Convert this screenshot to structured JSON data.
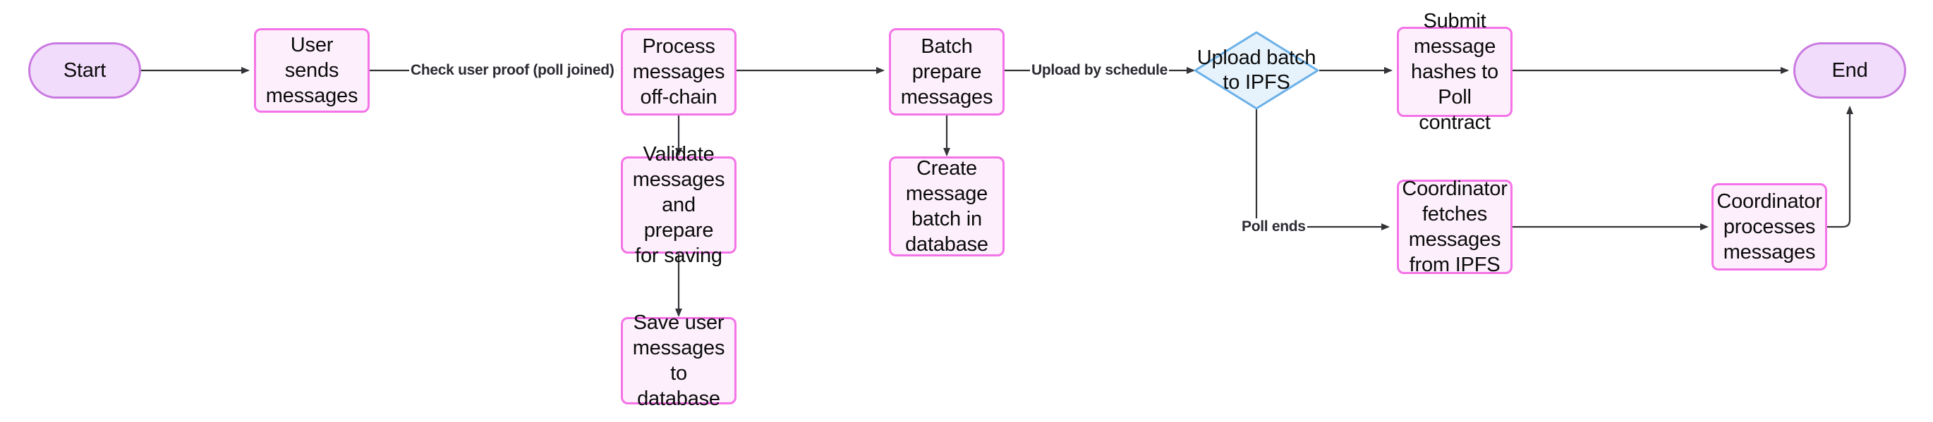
{
  "diagram": {
    "title": "Message processing flow",
    "background": "#ffffff",
    "colors": {
      "process_fill": "#fdf0fc",
      "process_stroke": "#f473e8",
      "terminal_fill": "#f2dcfb",
      "terminal_stroke": "#c97ae0",
      "decision_fill": "#e6f2fc",
      "decision_stroke": "#6ab0e8",
      "edge_stroke": "#333338",
      "text": "#0b0b0b"
    },
    "nodes": [
      {
        "id": "start",
        "label": "Start",
        "shape": "terminal"
      },
      {
        "id": "user_send",
        "label": "User sends\nmessages",
        "shape": "process"
      },
      {
        "id": "process_off",
        "label": "Process\nmessages\noff-chain",
        "shape": "process"
      },
      {
        "id": "validate",
        "label": "Validate\nmessages\nand prepare\nfor saving",
        "shape": "process"
      },
      {
        "id": "save_user",
        "label": "Save user\nmessages to\ndatabase",
        "shape": "process"
      },
      {
        "id": "batch_prep",
        "label": "Batch\nprepare\nmessages",
        "shape": "process"
      },
      {
        "id": "create_batch",
        "label": "Create\nmessage\nbatch in\ndatabase",
        "shape": "process"
      },
      {
        "id": "upload_ipfs",
        "label": "Upload batch\nto IPFS",
        "shape": "decision"
      },
      {
        "id": "submit_hash",
        "label": "Submit\nmessage\nhashes to\nPoll contract",
        "shape": "process"
      },
      {
        "id": "coord_fetch",
        "label": "Coordinator\nfetches\nmessages\nfrom IPFS",
        "shape": "process"
      },
      {
        "id": "coord_proc",
        "label": "Coordinator\nprocesses\nmessages",
        "shape": "process"
      },
      {
        "id": "end",
        "label": "End",
        "shape": "terminal"
      }
    ],
    "edges": [
      {
        "from": "start",
        "to": "user_send",
        "label": ""
      },
      {
        "from": "user_send",
        "to": "process_off",
        "label": "Check user proof (poll joined)"
      },
      {
        "from": "process_off",
        "to": "batch_prep",
        "label": ""
      },
      {
        "from": "process_off",
        "to": "validate",
        "label": ""
      },
      {
        "from": "validate",
        "to": "save_user",
        "label": ""
      },
      {
        "from": "batch_prep",
        "to": "create_batch",
        "label": ""
      },
      {
        "from": "batch_prep",
        "to": "upload_ipfs",
        "label": "Upload by schedule"
      },
      {
        "from": "upload_ipfs",
        "to": "submit_hash",
        "label": ""
      },
      {
        "from": "upload_ipfs",
        "to": "coord_fetch",
        "label": "Poll ends"
      },
      {
        "from": "submit_hash",
        "to": "end",
        "label": ""
      },
      {
        "from": "coord_fetch",
        "to": "coord_proc",
        "label": ""
      },
      {
        "from": "coord_proc",
        "to": "end",
        "label": ""
      }
    ],
    "edge_labels": {
      "check_user_proof": "Check user proof (poll joined)",
      "upload_by_schedule": "Upload by schedule",
      "poll_ends": "Poll ends"
    }
  }
}
